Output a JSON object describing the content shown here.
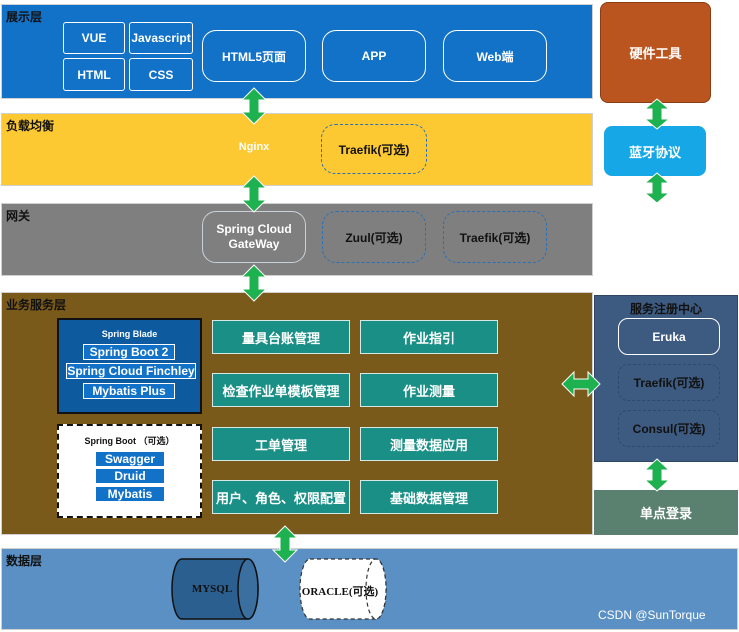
{
  "presentation": {
    "title": "展示层",
    "tech": [
      "VUE",
      "Javascript",
      "HTML",
      "CSS"
    ],
    "clients": [
      "HTML5页面",
      "APP",
      "Web端"
    ]
  },
  "load_balance": {
    "title": "负载均衡",
    "nginx": "Nginx",
    "traefik": "Traefik(可选)"
  },
  "gateway": {
    "title": "网关",
    "spring_cloud_gateway": "Spring Cloud\nGateWay",
    "zuul": "Zuul(可选)",
    "traefik": "Traefik(可选)"
  },
  "business": {
    "title": "业务服务层",
    "spring_blade": {
      "title": "Spring Blade",
      "items": [
        "Spring Boot 2",
        "Spring Cloud Finchley",
        "Mybatis Plus"
      ]
    },
    "spring_boot": {
      "title": "Spring Boot （可选）",
      "items": [
        "Swagger",
        "Druid",
        "Mybatis"
      ]
    },
    "modules": [
      "量具台账管理",
      "作业指引",
      "检查作业单模板管理",
      "作业测量",
      "工单管理",
      "测量数据应用",
      "用户、角色、权限配置",
      "基础数据管理"
    ]
  },
  "hardware": {
    "tool": "硬件工具",
    "bluetooth": "蓝牙协议"
  },
  "registry": {
    "title": "服务注册中心",
    "eruka": "Eruka",
    "traefik": "Traefik(可选)",
    "consul": "Consul(可选)"
  },
  "sso": "单点登录",
  "data_layer": {
    "title": "数据层",
    "mysql": "MYSQL",
    "oracle": "ORACLE(可选)"
  },
  "watermark": "CSDN @SunTorque",
  "colors": {
    "presentation": "#1272c8",
    "load_balance": "#fdc933",
    "gateway": "#7f7f7f",
    "business": "#7a5a1b",
    "data_layer": "#5b90c4",
    "hardware_tool": "#bb5520",
    "bluetooth": "#16a7e6",
    "registry": "#3d5a80",
    "sso": "#5a8070",
    "arrow": "#1db14f",
    "module": "#1a8f86"
  }
}
